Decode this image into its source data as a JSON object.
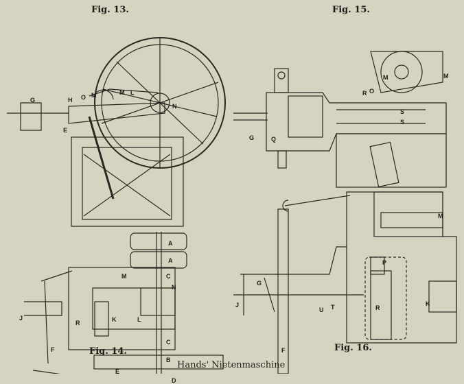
{
  "captions": {
    "fig13": "Fig. 13.",
    "fig14": "Fig. 14.",
    "fig15": "Fig. 15.",
    "fig16": "Fig. 16."
  },
  "title": "Hands' Nietenmaschine",
  "labels": {
    "fig13": [
      "G",
      "H",
      "O",
      "M",
      "M",
      "L",
      "N",
      "E"
    ],
    "fig15": [
      "M",
      "M",
      "R",
      "O",
      "S",
      "S",
      "G",
      "Q"
    ],
    "fig14": [
      "A",
      "A",
      "C",
      "M",
      "N",
      "R",
      "K",
      "L",
      "C",
      "B",
      "J",
      "F",
      "E",
      "D"
    ],
    "fig16": [
      "M",
      "P",
      "G",
      "J",
      "U",
      "T",
      "R",
      "K",
      "F"
    ]
  }
}
